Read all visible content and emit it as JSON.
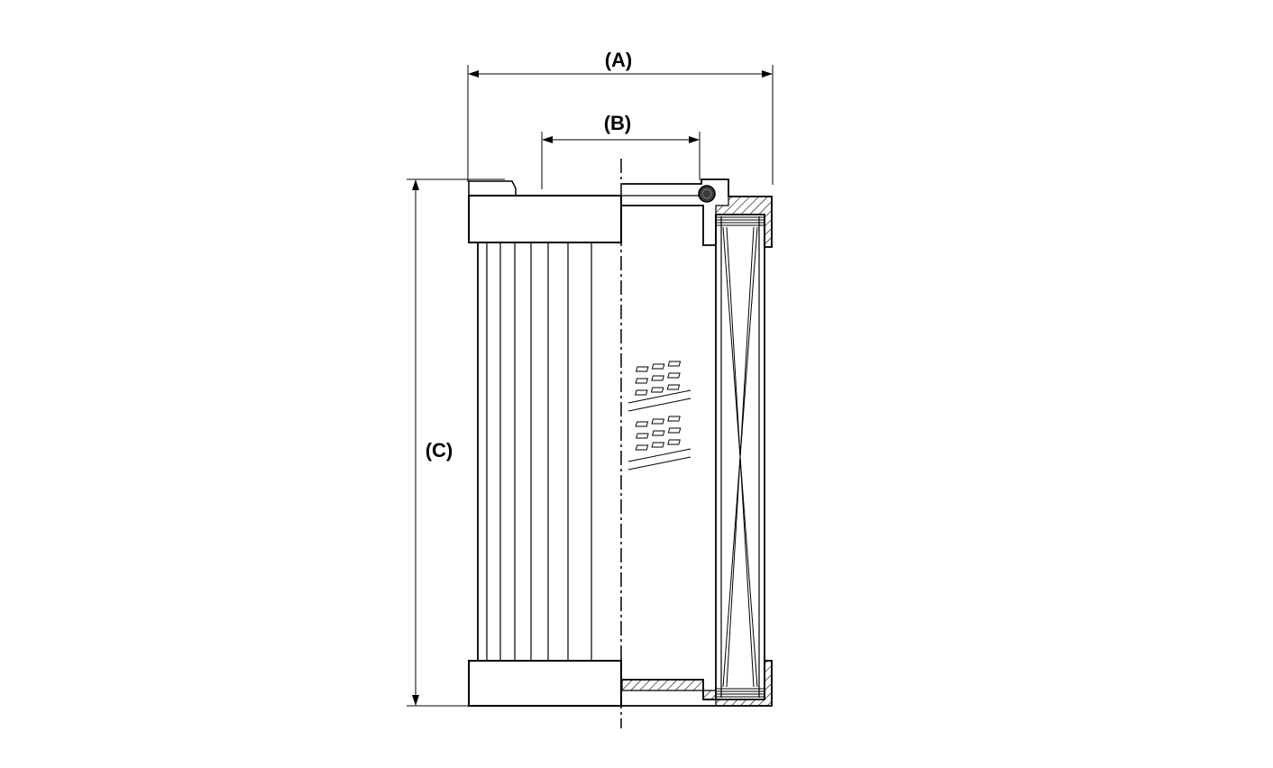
{
  "diagram": {
    "dimension_labels": {
      "a": "(A)",
      "b": "(B)",
      "c": "(C)"
    },
    "colors": {
      "line": "#000000",
      "background": "#ffffff"
    }
  }
}
